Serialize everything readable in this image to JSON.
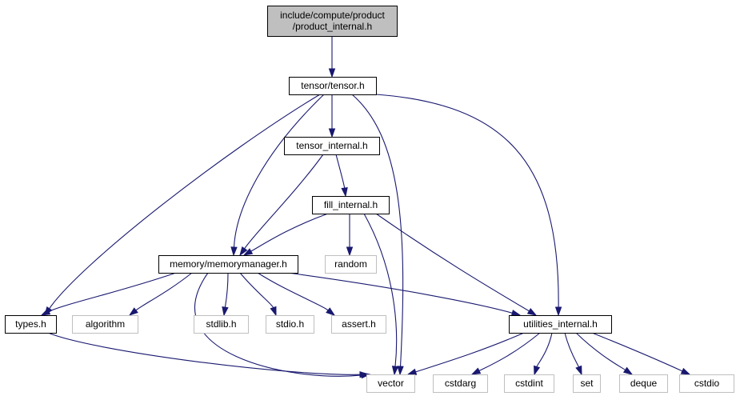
{
  "graph": {
    "edge_color": "#191970",
    "root_fill": "#bfbfbf",
    "system_border": "#bfbfbf",
    "nodes": [
      {
        "id": "root",
        "kind": "root",
        "lines": [
          "include/compute/product",
          "/product_internal.h"
        ]
      },
      {
        "id": "tensor",
        "kind": "std",
        "lines": [
          "tensor/tensor.h"
        ]
      },
      {
        "id": "tensor_internal",
        "kind": "std",
        "lines": [
          "tensor_internal.h"
        ]
      },
      {
        "id": "fill_internal",
        "kind": "std",
        "lines": [
          "fill_internal.h"
        ]
      },
      {
        "id": "memorymanager",
        "kind": "std",
        "lines": [
          "memory/memorymanager.h"
        ]
      },
      {
        "id": "random",
        "kind": "sys",
        "lines": [
          "random"
        ]
      },
      {
        "id": "types",
        "kind": "std",
        "lines": [
          "types.h"
        ]
      },
      {
        "id": "algorithm",
        "kind": "sys",
        "lines": [
          "algorithm"
        ]
      },
      {
        "id": "stdlib",
        "kind": "sys",
        "lines": [
          "stdlib.h"
        ]
      },
      {
        "id": "stdio",
        "kind": "sys",
        "lines": [
          "stdio.h"
        ]
      },
      {
        "id": "assert",
        "kind": "sys",
        "lines": [
          "assert.h"
        ]
      },
      {
        "id": "utilities_internal",
        "kind": "std",
        "lines": [
          "utilities_internal.h"
        ]
      },
      {
        "id": "vector",
        "kind": "sys",
        "lines": [
          "vector"
        ]
      },
      {
        "id": "cstdarg",
        "kind": "sys",
        "lines": [
          "cstdarg"
        ]
      },
      {
        "id": "cstdint",
        "kind": "sys",
        "lines": [
          "cstdint"
        ]
      },
      {
        "id": "set",
        "kind": "sys",
        "lines": [
          "set"
        ]
      },
      {
        "id": "deque",
        "kind": "sys",
        "lines": [
          "deque"
        ]
      },
      {
        "id": "cstdio",
        "kind": "sys",
        "lines": [
          "cstdio"
        ]
      }
    ],
    "edges": [
      {
        "from": "root",
        "to": "tensor"
      },
      {
        "from": "tensor",
        "to": "tensor_internal"
      },
      {
        "from": "tensor",
        "to": "types"
      },
      {
        "from": "tensor",
        "to": "memorymanager"
      },
      {
        "from": "tensor",
        "to": "vector"
      },
      {
        "from": "tensor",
        "to": "utilities_internal"
      },
      {
        "from": "tensor_internal",
        "to": "fill_internal"
      },
      {
        "from": "tensor_internal",
        "to": "memorymanager"
      },
      {
        "from": "fill_internal",
        "to": "memorymanager"
      },
      {
        "from": "fill_internal",
        "to": "random"
      },
      {
        "from": "fill_internal",
        "to": "vector"
      },
      {
        "from": "fill_internal",
        "to": "utilities_internal"
      },
      {
        "from": "memorymanager",
        "to": "types"
      },
      {
        "from": "memorymanager",
        "to": "algorithm"
      },
      {
        "from": "memorymanager",
        "to": "vector"
      },
      {
        "from": "memorymanager",
        "to": "stdlib"
      },
      {
        "from": "memorymanager",
        "to": "stdio"
      },
      {
        "from": "memorymanager",
        "to": "assert"
      },
      {
        "from": "memorymanager",
        "to": "utilities_internal"
      },
      {
        "from": "types",
        "to": "vector"
      },
      {
        "from": "utilities_internal",
        "to": "vector"
      },
      {
        "from": "utilities_internal",
        "to": "cstdarg"
      },
      {
        "from": "utilities_internal",
        "to": "cstdint"
      },
      {
        "from": "utilities_internal",
        "to": "set"
      },
      {
        "from": "utilities_internal",
        "to": "deque"
      },
      {
        "from": "utilities_internal",
        "to": "cstdio"
      }
    ]
  }
}
